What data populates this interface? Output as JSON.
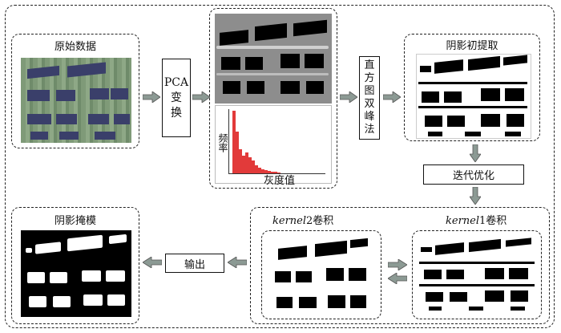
{
  "labels": {
    "original_data": "原始数据",
    "pca_line1": "PCA",
    "pca_line2": "变",
    "pca_line3": "换",
    "hist_vertical": [
      "直",
      "方",
      "图",
      "双",
      "峰",
      "法"
    ],
    "initial_extraction": "阴影初提取",
    "iterative_optimization": "迭代优化",
    "kernel2_title_italic": "kernel",
    "kernel2_title_rest": "2卷积",
    "kernel1_title_italic": "kernel",
    "kernel1_title_rest": "1卷积",
    "output": "输出",
    "shadow_mask": "阴影掩模",
    "hist_ylabel": "频率",
    "hist_xlabel": "灰度值"
  },
  "colors": {
    "arrow_fill": "#8c9a94",
    "hist_bar": "#e23a3a"
  }
}
